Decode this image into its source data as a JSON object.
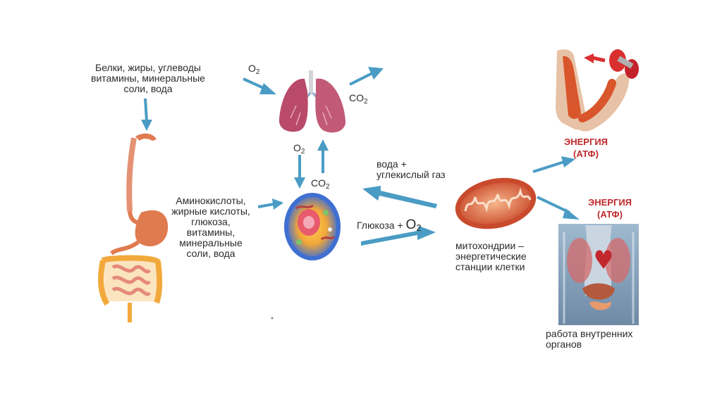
{
  "labels": {
    "food_line1": "Белки, жиры, углеводы",
    "food_line2": "витамины, минеральные",
    "food_line3": "соли, вода",
    "nutrients": [
      "Аминокислоты,",
      "жирные кислоты,",
      "глюкоза,",
      "витамины,",
      "минеральные",
      "соли, вода"
    ],
    "water_co2_line1": "вода +",
    "water_co2_line2": "углекислый газ",
    "glucose": "Глюкоза + ",
    "mito_caption": [
      "митохондрии –",
      "энергетические",
      "станции клетки"
    ],
    "organs_caption": [
      "работа внутренних",
      "органов"
    ]
  },
  "chem": {
    "o2_symbol": "O",
    "co2_symbol": "CO",
    "subscript_2": "2"
  },
  "energy": {
    "word": "ЭНЕРГИЯ",
    "atp": "(АТФ)"
  },
  "colors": {
    "arrow": "#4a9cc4",
    "energy_text": "#c0282b",
    "muscle": "#d9552b",
    "lungs": "#b94a6a",
    "digestive": "#e07a4f",
    "mitochondria": "#c94a2c",
    "cell_blue": "#3f6fd1"
  }
}
